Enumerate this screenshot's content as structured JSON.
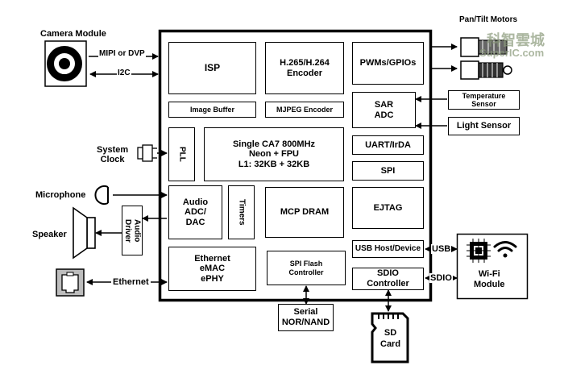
{
  "chip": {
    "isp": "ISP",
    "encoder": "H.265/H.264\nEncoder",
    "pwm": "PWMs/GPIOs",
    "image_buffer": "Image Buffer",
    "mjpeg": "MJPEG Encoder",
    "sar_adc": "SAR\nADC",
    "pll": "PLL",
    "cpu": "Single CA7 800MHz\nNeon + FPU\nL1: 32KB + 32KB",
    "uart": "UART/IrDA",
    "spi": "SPI",
    "audio_adc": "Audio\nADC/\nDAC",
    "timers": "Timers",
    "mcp_dram": "MCP DRAM",
    "ejtag": "EJTAG",
    "audio_driver": "Audio\nDriver",
    "ethernet": "Ethernet\neMAC\nePHY",
    "spi_flash": "SPI Flash\nController",
    "usb": "USB Host/Device",
    "sdio": "SDIO\nController"
  },
  "external": {
    "camera_module": "Camera Module",
    "mipi": "MIPI or DVP",
    "i2c": "I2C",
    "pan_tilt": "Pan/Tilt Motors",
    "watermark_cn": "科智雲城",
    "watermark_en": "SuperIC.com",
    "temperature_sensor": "Temperature\nSensor",
    "light_sensor": "Light Sensor",
    "system_clock": "System\nClock",
    "microphone": "Microphone",
    "speaker": "Speaker",
    "ethernet_label": "Ethernet",
    "serial_flash": "Serial\nNOR/NAND",
    "sd_card": "SD\nCard",
    "usb_label": "USB",
    "sdio_label": "SDIO",
    "wifi_module": "Wi-Fi\nModule"
  }
}
